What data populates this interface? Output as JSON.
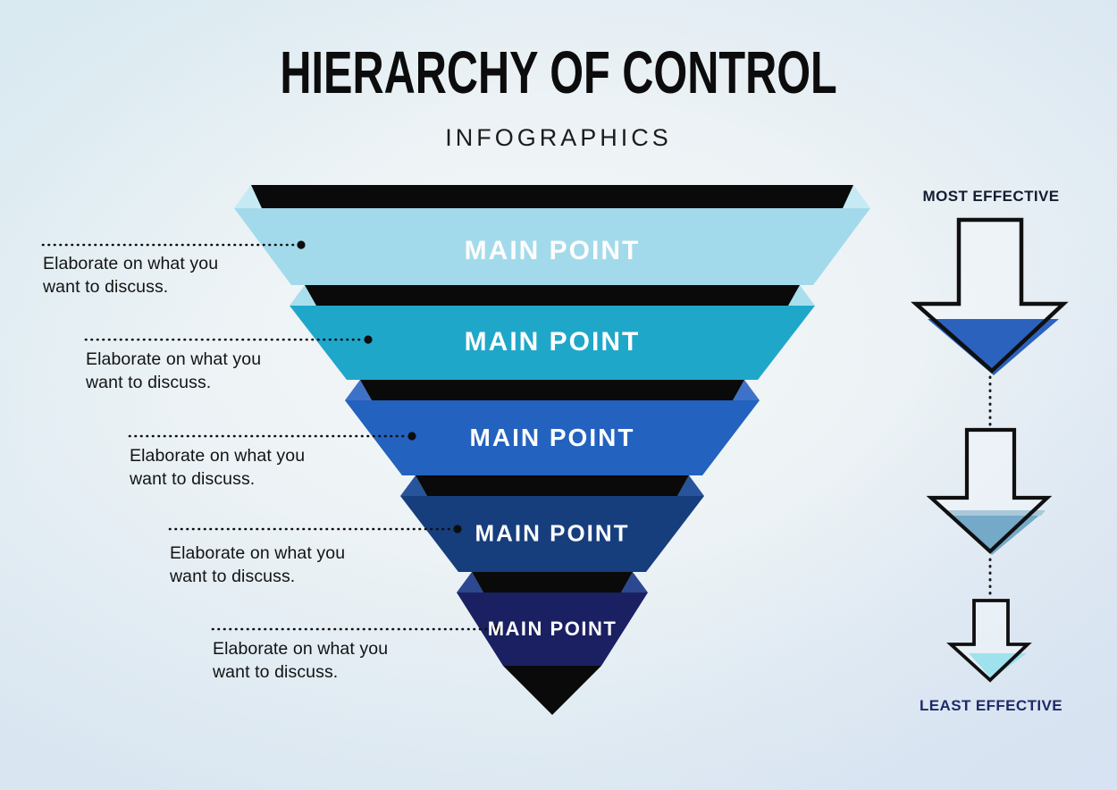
{
  "header": {
    "title": "HIERARCHY OF CONTROL",
    "subtitle": "INFOGRAPHICS"
  },
  "funnel": {
    "shadow_color": "#0a0a0a",
    "label_color": "#fdfdfd",
    "tiers": [
      {
        "label": "MAIN POINT",
        "description": "Elaborate on what you want to discuss.",
        "color": "#a3daeb",
        "tint": "#c6eaf4"
      },
      {
        "label": "MAIN POINT",
        "description": "Elaborate on what you want to discuss.",
        "color": "#1fa7ca",
        "tint": "#a9dfed"
      },
      {
        "label": "MAIN POINT",
        "description": "Elaborate on what you want to discuss.",
        "color": "#2362bf",
        "tint": "#3e72c9"
      },
      {
        "label": "MAIN POINT",
        "description": "Elaborate on what you want to discuss.",
        "color": "#163e7d",
        "tint": "#27549b"
      },
      {
        "label": "MAIN POINT",
        "description": "Elaborate on what you want to discuss.",
        "color": "#1a2062",
        "tint": "#2b4890"
      }
    ],
    "leader_line_color": "#0d0d0d"
  },
  "effectiveness": {
    "top_label": "MOST EFFECTIVE",
    "top_label_color": "#131c30",
    "bottom_label": "LEAST EFFECTIVE",
    "bottom_label_color": "#1e2a66",
    "arrow_outline_color": "#101010",
    "arrow_body_fill": "#f2f6f9",
    "arrows": [
      {
        "name": "large-down-arrow",
        "fill": "#2b62bd"
      },
      {
        "name": "medium-down-arrow",
        "fill": "#74a9c8",
        "fill_top": "#a9c8d9"
      },
      {
        "name": "small-down-arrow",
        "fill": "#9fe1ec"
      }
    ],
    "connector_color": "#1c1c1c"
  }
}
